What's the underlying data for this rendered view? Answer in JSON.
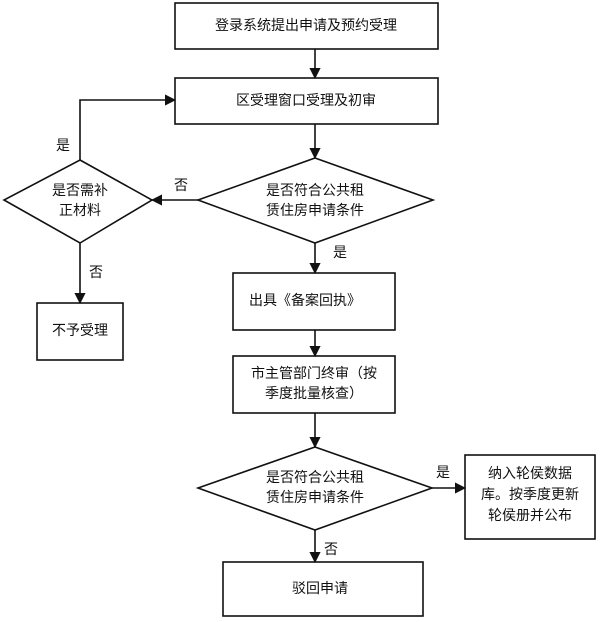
{
  "nodes": {
    "submit": "登录系统提出申请及预约受理",
    "district_review": "区受理窗口受理及初审",
    "check1": [
      "是否符合公共租",
      "赁住房申请条件"
    ],
    "need_supplement": [
      "是否需补",
      "正材料"
    ],
    "reject": "不予受理",
    "receipt": "出具《备案回执》",
    "city_review": [
      "市主管部门终审（按",
      "季度批量核查）"
    ],
    "check2": [
      "是否符合公共租",
      "赁住房申请条件"
    ],
    "waitlist": [
      "纳入轮侯数据",
      "库。按季度更新",
      "轮侯册并公布"
    ],
    "rejected_final": "驳回申请"
  },
  "edge_labels": {
    "supp_yes": "是",
    "check1_no": "否",
    "supp_no": "否",
    "check1_yes": "是",
    "check2_yes": "是",
    "check2_no": "否"
  },
  "colors": {
    "stroke": "#111111",
    "text": "#111111",
    "background": "#ffffff"
  }
}
